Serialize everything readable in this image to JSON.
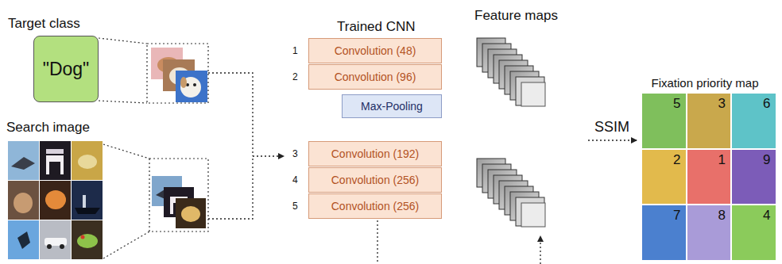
{
  "diagram": {
    "nodes": [
      {
        "text": [
          "\"Dog\""
        ]
      },
      {
        "text": [
          "Convolution (48)"
        ]
      },
      {
        "text": [
          "Convolution (96)"
        ]
      },
      {
        "text": [
          "Max-Pooling"
        ]
      },
      {
        "text": [
          "Convolution (192)"
        ]
      },
      {
        "text": [
          "Convolution (256)"
        ]
      },
      {
        "text": [
          "Convolution (256)"
        ]
      },
      {
        "text": [
          "Fixation priority map"
        ]
      },
      {
        "text": [
          "5"
        ],
        "in": 7
      },
      {
        "text": [
          "3"
        ],
        "in": 7
      },
      {
        "text": [
          "6"
        ],
        "in": 7
      },
      {
        "text": [
          "2"
        ],
        "in": 7
      },
      {
        "text": [
          "1"
        ],
        "in": 7
      },
      {
        "text": [
          "9"
        ],
        "in": 7
      },
      {
        "text": [
          "7"
        ],
        "in": 7
      },
      {
        "text": [
          "8"
        ],
        "in": 7
      },
      {
        "text": [
          "4"
        ],
        "in": 7
      }
    ],
    "labels": [
      "Target class",
      "Search image",
      "Trained CNN",
      "1",
      "2",
      "3",
      "4",
      "5",
      "Feature maps",
      "SSIM"
    ]
  }
}
